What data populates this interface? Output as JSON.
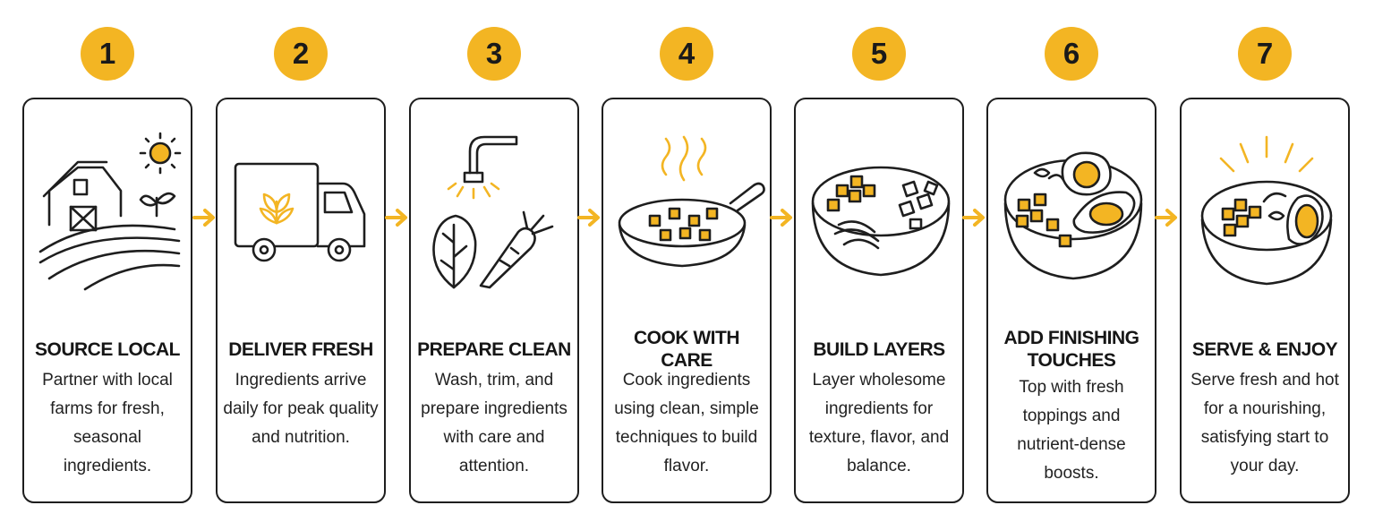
{
  "steps": [
    {
      "number": "1",
      "title": "SOURCE LOCAL",
      "description": "Partner with local farms for fresh, seasonal ingredients.",
      "icon": "barn-sun-fields-icon"
    },
    {
      "number": "2",
      "title": "DELIVER FRESH",
      "description": "Ingredients arrive daily for peak quality and nutrition.",
      "icon": "delivery-truck-icon"
    },
    {
      "number": "3",
      "title": "PREPARE CLEAN",
      "description": "Wash, trim, and prepare ingredients with care and attention.",
      "icon": "faucet-vegetables-icon"
    },
    {
      "number": "4",
      "title": "COOK WITH CARE",
      "description": "Cook ingredients using clean, simple techniques to build flavor.",
      "icon": "frying-pan-icon"
    },
    {
      "number": "5",
      "title": "BUILD LAYERS",
      "description": "Layer wholesome ingredients for texture, flavor, and balance.",
      "icon": "ingredient-bowl-icon"
    },
    {
      "number": "6",
      "title": "ADD FINISHING TOUCHES",
      "description": "Top with fresh toppings and nutrient-dense boosts.",
      "icon": "egg-avocado-bowl-icon"
    },
    {
      "number": "7",
      "title": "SERVE & ENJOY",
      "description": "Serve fresh and hot for a nourishing, satisfying start to your day.",
      "icon": "serving-bowl-icon"
    }
  ],
  "colors": {
    "accent": "#f3b523",
    "outline": "#1e1e1e",
    "text": "#161616"
  }
}
